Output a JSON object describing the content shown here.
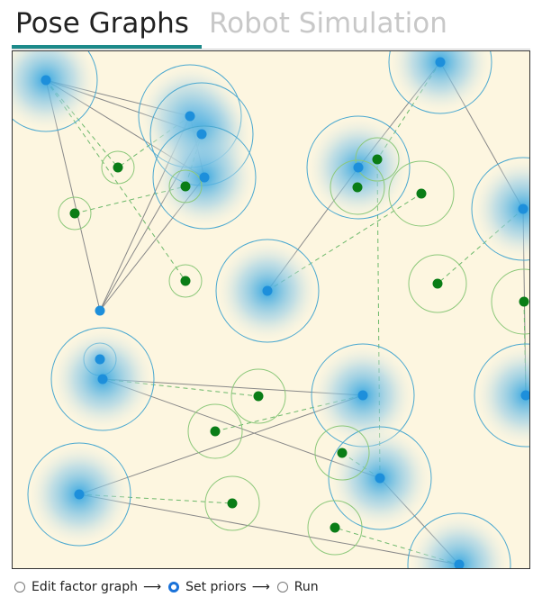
{
  "tabs": [
    {
      "label": "Pose Graphs",
      "active": true
    },
    {
      "label": "Robot Simulation",
      "active": false
    }
  ],
  "steps": [
    {
      "label": "Edit factor graph",
      "checked": false
    },
    {
      "label": "Set priors",
      "checked": true
    },
    {
      "label": "Run",
      "checked": false
    }
  ],
  "step_arrow": "⟶",
  "colors": {
    "accent_tab": "#1c8a8a",
    "canvas_bg": "#fdf6e0",
    "pose_node": "#1d8fdb",
    "pose_ring": "#4aa8d0",
    "landmark_node": "#0a7d16",
    "landmark_ring": "#8cc87a",
    "odometry_edge": "#888888",
    "measurement_edge": "#6cb86a"
  },
  "icons": {
    "step_arrow": "long-right-arrow-icon",
    "radio": "radio-button-icon"
  }
}
